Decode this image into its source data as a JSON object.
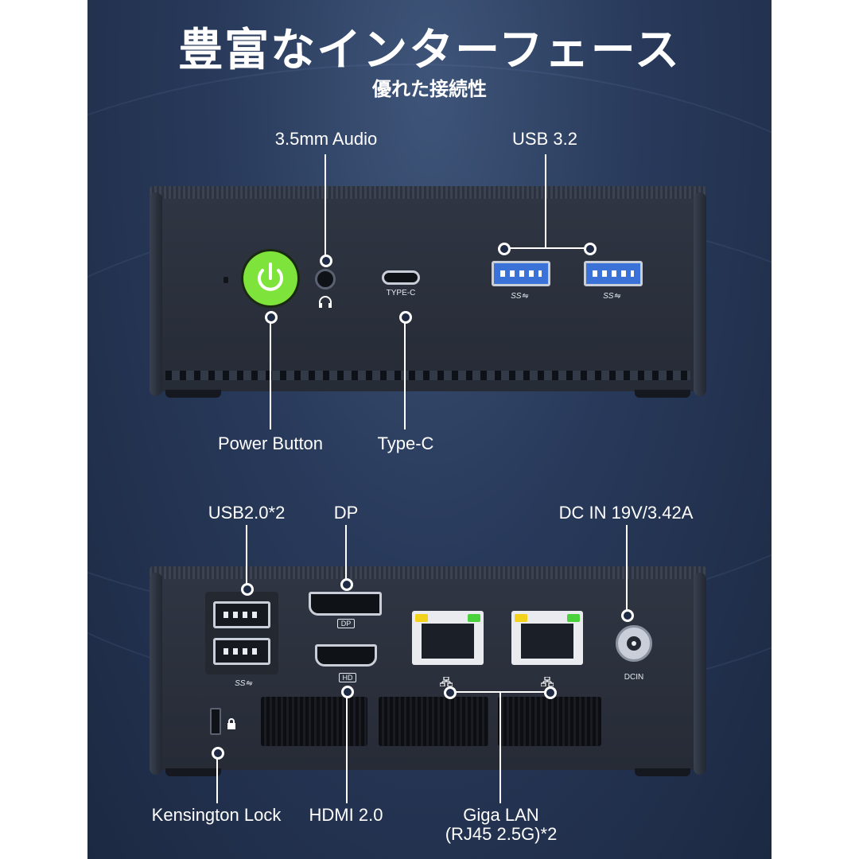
{
  "header": {
    "title": "豊富なインターフェース",
    "subtitle": "優れた接続性"
  },
  "front_panel": {
    "labels": {
      "audio": "3.5mm Audio",
      "usb32": "USB 3.2",
      "power": "Power Button",
      "typec": "Type-C"
    },
    "port_marks": {
      "typec": "TYPE-C",
      "ss": "SS⇋"
    }
  },
  "rear_panel": {
    "labels": {
      "usb20": "USB2.0*2",
      "dp": "DP",
      "dcin": "DC IN 19V/3.42A",
      "kensington": "Kensington Lock",
      "hdmi": "HDMI 2.0",
      "lan_line1": "Giga LAN",
      "lan_line2": "(RJ45 2.5G)*2"
    },
    "port_marks": {
      "dp": "DP",
      "hd": "HD",
      "dcin": "DCIN",
      "ss": "SS⇋"
    }
  },
  "colors": {
    "background": "#28395a",
    "power_button": "#7ee33b",
    "usb3_blue": "#3a72d8",
    "led_yellow": "#f3d21b",
    "led_green": "#49d23b"
  }
}
